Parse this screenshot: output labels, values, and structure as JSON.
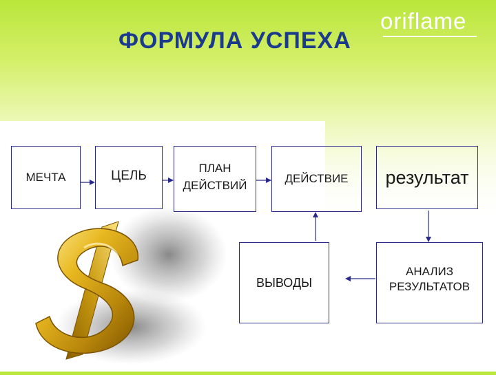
{
  "title": "ФОРМУЛА УСПЕХА",
  "logo": "oriflame",
  "boxes": {
    "dream": "МЕЧТА",
    "goal": "ЦЕЛЬ",
    "plan_line1": "ПЛАН",
    "plan_line2": "ДЕЙСТВИЙ",
    "action": "ДЕЙСТВИЕ",
    "result": "результат",
    "conclusions": "ВЫВОДЫ",
    "analysis_line1": "АНАЛИЗ",
    "analysis_line2": "РЕЗУЛЬТАТОВ"
  },
  "colors": {
    "title": "#1c3a8c",
    "box_border": "#2a2a8c",
    "gold": "#d4a017",
    "background_top": "#b9e63a"
  },
  "images": {
    "illustration": "gold-dollar-sign"
  }
}
